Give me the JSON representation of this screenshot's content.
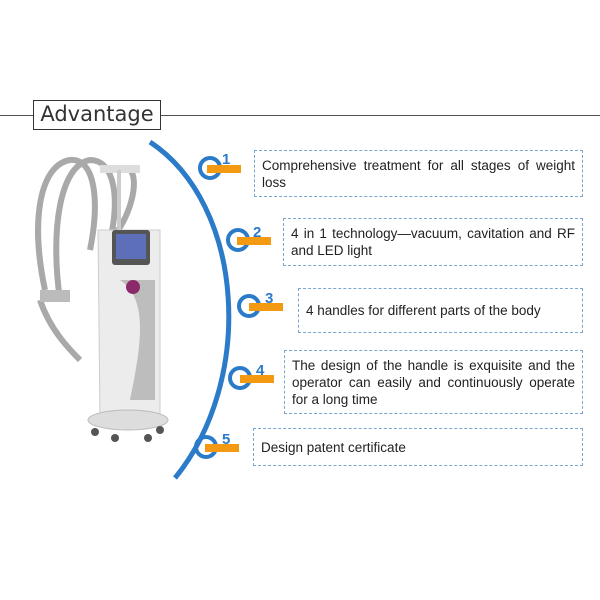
{
  "header": {
    "title": "Advantage"
  },
  "advantages": [
    {
      "number": "1",
      "text": "Comprehensive treatment for all stages of weight loss"
    },
    {
      "number": "2",
      "text": "4 in 1 technology—vacuum, cavitation and RF and LED light"
    },
    {
      "number": "3",
      "text": "4 handles for different parts of the body"
    },
    {
      "number": "4",
      "text": "The design of the handle is exquisite and the operator can easily and continuously operate for a long time"
    },
    {
      "number": "5",
      "text": "Design patent certificate"
    }
  ],
  "colors": {
    "accent_blue": "#2b7bc9",
    "accent_orange": "#f39a12",
    "border_dash": "#7aa6cf"
  }
}
